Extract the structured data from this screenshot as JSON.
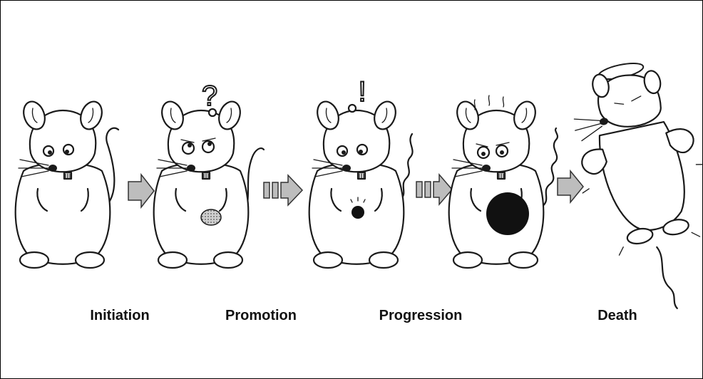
{
  "stages": [
    {
      "label": "Initiation"
    },
    {
      "label": "Promotion"
    },
    {
      "label": "Progression"
    },
    {
      "label": "Death"
    }
  ],
  "symbols": {
    "promotion_thought": "?",
    "progression_thought": "!"
  }
}
